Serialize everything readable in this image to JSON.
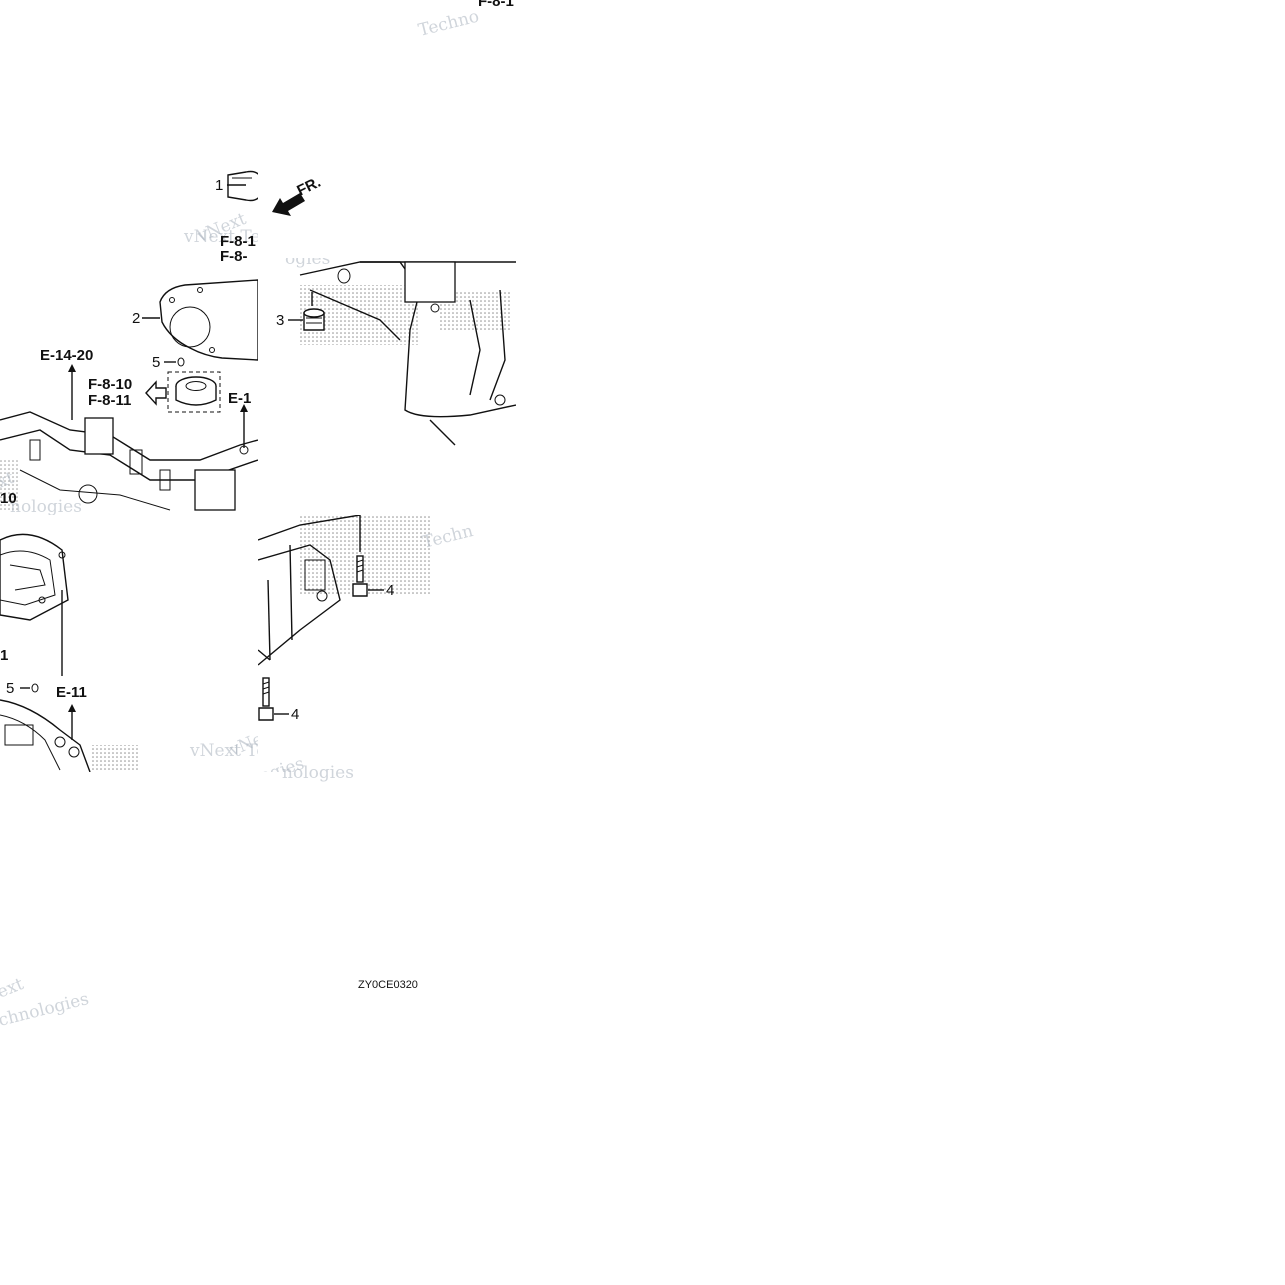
{
  "diagram": {
    "code": "ZY0CE0320",
    "direction_label": "FR.",
    "callouts": [
      "1",
      "2",
      "3",
      "4",
      "4",
      "5",
      "5"
    ],
    "refs": {
      "top_right": "F-8-1",
      "f810": "F-8-10",
      "f811": "F-8-11",
      "f8_small_1": "F-8-1",
      "f8_small_2": "F-8-",
      "e1420": "E-14-20",
      "e11_cut": "E-1",
      "e11": "E-11",
      "left_10": "10",
      "left_1": "1"
    },
    "watermarks": {
      "brand": "vNext",
      "tech": "Technologies",
      "tech_cut": "Techno",
      "tech_cut2": "Techn",
      "brand_cut": "vNext Te",
      "logies": "nologies",
      "logies2": "chnologies",
      "ext": "ext",
      "ext2": "xt",
      "ogies": "ogies"
    },
    "colors": {
      "ink": "#111111",
      "watermark": "#aab3bd",
      "background": "#ffffff"
    }
  }
}
